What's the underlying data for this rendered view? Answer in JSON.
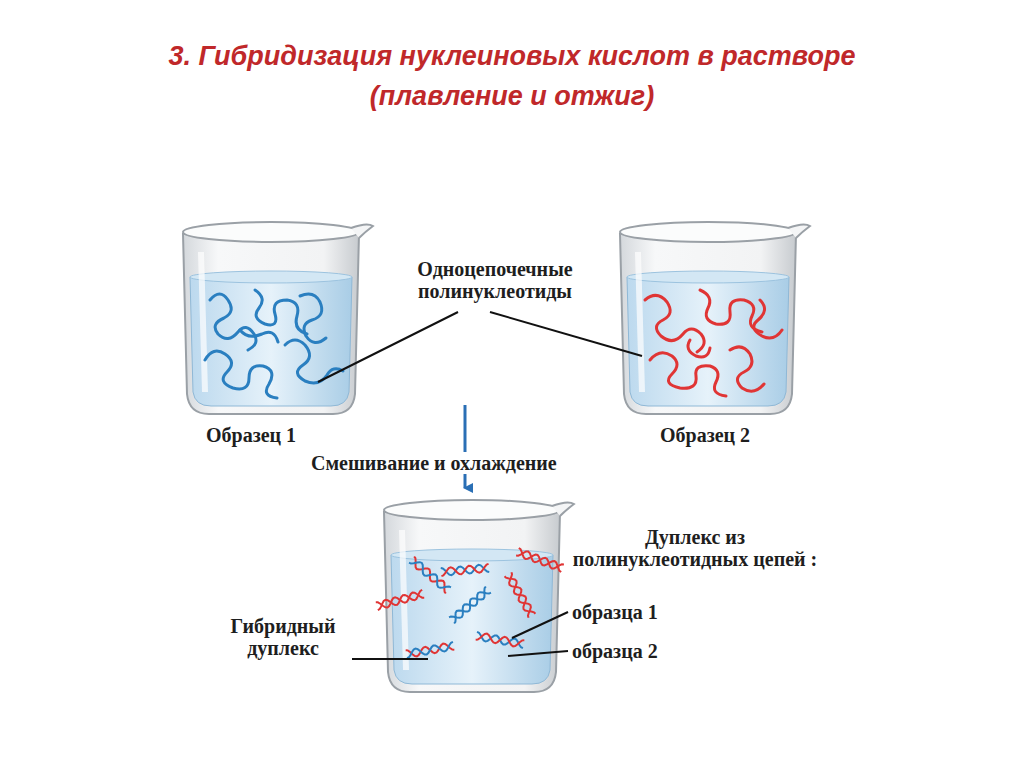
{
  "diagram": {
    "title": "3. Гибридизация нуклеиновых кислот в растворе (плавление и отжиг)",
    "labels": [
      "Одноцепочечные полинуклеотиды",
      "Образец 1",
      "Образец 2",
      "Смешивание и охлаждение",
      "Дуплекс из полинуклеотидных цепей :",
      "образца 1",
      "образца 2",
      "Гибридный дуплекс"
    ]
  }
}
